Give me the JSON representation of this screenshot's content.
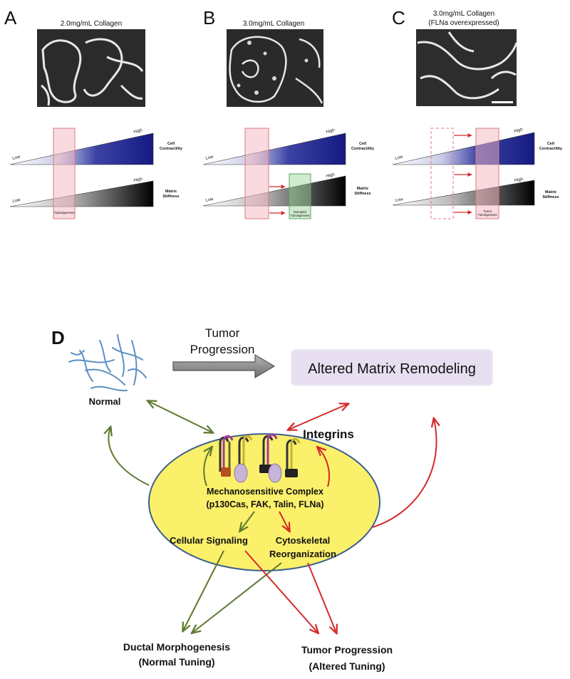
{
  "panels": [
    {
      "letter": "A",
      "title1": "2.0mg/mL Collagen",
      "title2": "",
      "top": {
        "low": "Low",
        "high": "High",
        "label1": "Cell",
        "label2": "Contractility"
      },
      "bottom": {
        "low": "Low",
        "high": "High",
        "label1": "Matrix",
        "label2": "Stiffness"
      },
      "box_label1": "Tubulogenesis",
      "box_label2": ""
    },
    {
      "letter": "B",
      "title1": "3.0mg/mL Collagen",
      "title2": "",
      "top": {
        "low": "Low",
        "high": "High",
        "label1": "Cell",
        "label2": "Contractility"
      },
      "bottom": {
        "low": "Low",
        "high": "High",
        "label1": "Matrix",
        "label2": "Stiffness"
      },
      "box_label1": "Disrupted",
      "box_label2": "Tubulogenesis"
    },
    {
      "letter": "C",
      "title1": "3.0mg/mL Collagen",
      "title2": "(FLNa overexpressed)",
      "top": {
        "low": "Low",
        "high": "High",
        "label1": "Cell",
        "label2": "Contractility"
      },
      "bottom": {
        "low": "Low",
        "high": "High",
        "label1": "Matrix",
        "label2": "Stiffness"
      },
      "box_label1": "Tuned",
      "box_label2": "Tubulogenesis"
    }
  ],
  "panel_d": {
    "letter": "D",
    "arrow_label_line1": "Tumor",
    "arrow_label_line2": "Progression",
    "remodeling_box": "Altered Matrix Remodeling",
    "normal_label": "Normal",
    "integrins_label": "Integrins",
    "complex_line1": "Mechanosensitive Complex",
    "complex_line2": "(p130Cas, FAK, Talin, FLNa)",
    "signaling_label": "Cellular Signaling",
    "cytoskeletal_line1": "Cytoskeletal",
    "cytoskeletal_line2": "Reorganization",
    "ductal_line1": "Ductal Morphogenesis",
    "ductal_line2": "(Normal Tuning)",
    "tumor_line1": "Tumor Progression",
    "tumor_line2": "(Altered Tuning)"
  },
  "colors": {
    "green_arrow": "#5d7a2e",
    "red_arrow": "#d42a2a",
    "cell_fill": "#fbf06a",
    "cell_stroke": "#3c5f8f",
    "remodeling_fill": "#e7dff0",
    "fiber": "#5b8fc4",
    "contractility_high": "#1a1f85",
    "pink_box": "#f4b6bf",
    "green_box": "#9ad29a"
  }
}
